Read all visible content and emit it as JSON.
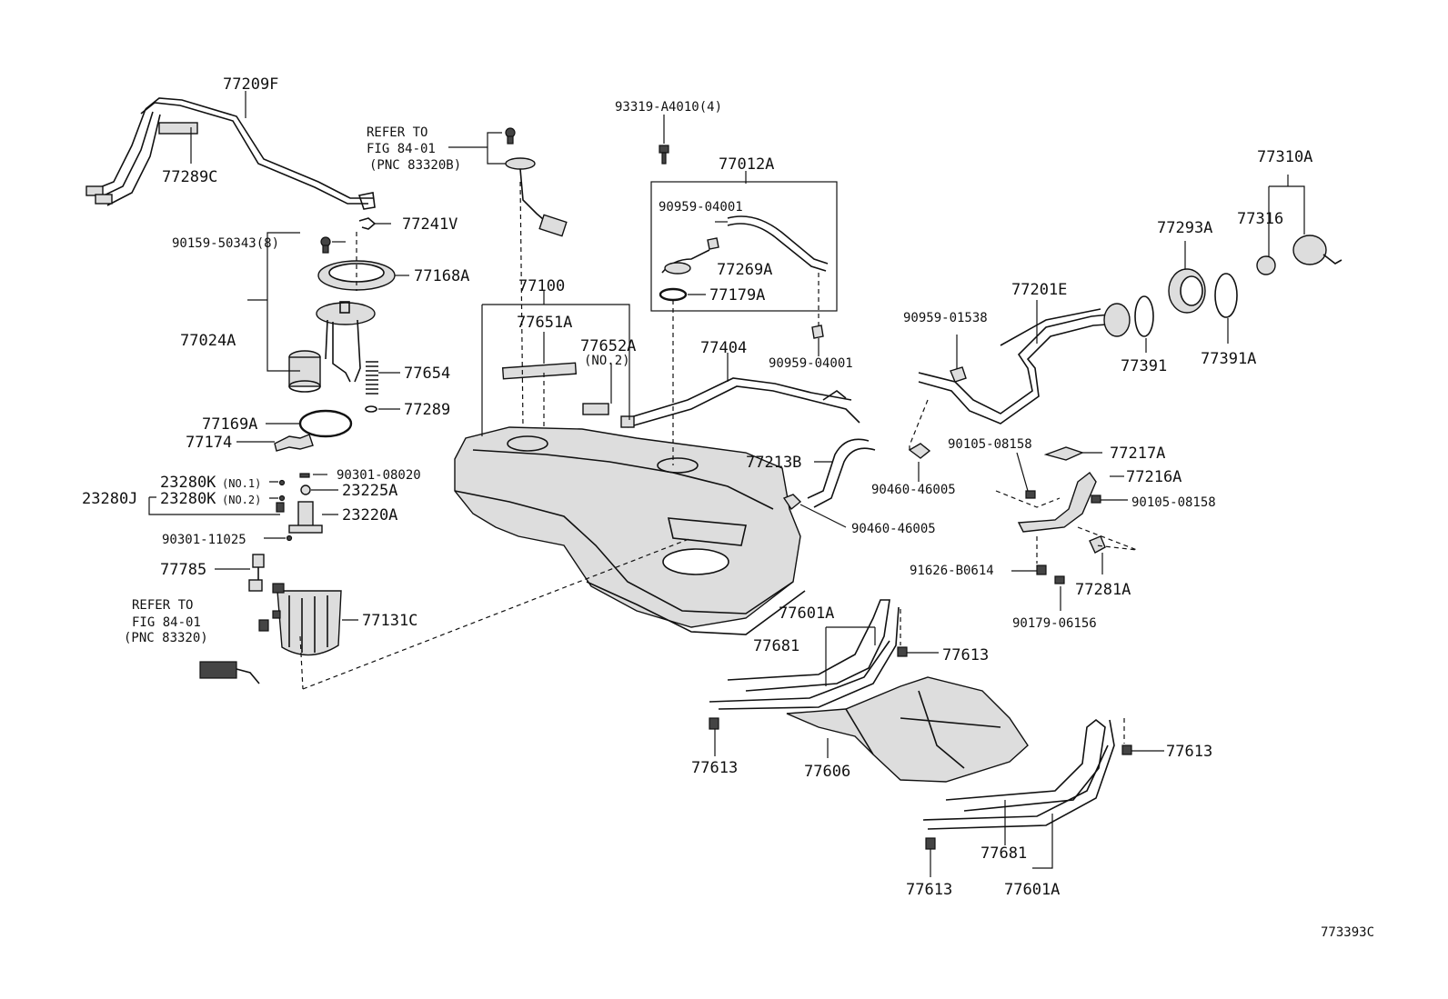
{
  "diagram_id": "773393C",
  "refs": {
    "ref1": [
      "REFER TO",
      "FIG 84-01",
      "(PNC 83320B)"
    ],
    "ref2": [
      "REFER TO",
      "FIG 84-01",
      "(PNC 83320)"
    ]
  },
  "labels": {
    "p77209F": "77209F",
    "p77289C": "77289C",
    "p77241V": "77241V",
    "p90159": "90159-50343(8)",
    "p77168A": "77168A",
    "p77024A": "77024A",
    "p77654": "77654",
    "p77289": "77289",
    "p77169A": "77169A",
    "p77174": "77174",
    "p23280K1": "23280K",
    "p23280K1n": "(NO.1)",
    "p23280K2": "23280K",
    "p23280K2n": "(NO.2)",
    "p23280J": "23280J",
    "p90301a": "90301-08020",
    "p23225A": "23225A",
    "p23220A": "23220A",
    "p90301b": "90301-11025",
    "p77785": "77785",
    "p77131C": "77131C",
    "p93319": "93319-A4010(4)",
    "p77012A": "77012A",
    "p90959a": "90959-04001",
    "p77269A": "77269A",
    "p77179A": "77179A",
    "p90959b": "90959-04001",
    "p77100": "77100",
    "p77651A": "77651A",
    "p77652A": "77652A",
    "p77652An": "(NO.2)",
    "p77404": "77404",
    "p77213B": "77213B",
    "p90460a": "90460-46005",
    "p90460b": "90460-46005",
    "p77310A": "77310A",
    "p77316": "77316",
    "p77293A": "77293A",
    "p77201E": "77201E",
    "p90959c": "90959-01538",
    "p77391": "77391",
    "p77391A": "77391A",
    "p90105a": "90105-08158",
    "p77217A": "77217A",
    "p77216A": "77216A",
    "p90105b": "90105-08158",
    "p91626": "91626-B0614",
    "p77281A": "77281A",
    "p90179": "90179-06156",
    "p77601A_a": "77601A",
    "p77681_a": "77681",
    "p77613_a": "77613",
    "p77613_b": "77613",
    "p77606": "77606",
    "p77613_c": "77613",
    "p77681_b": "77681",
    "p77601A_b": "77601A",
    "p77613_d": "77613"
  }
}
